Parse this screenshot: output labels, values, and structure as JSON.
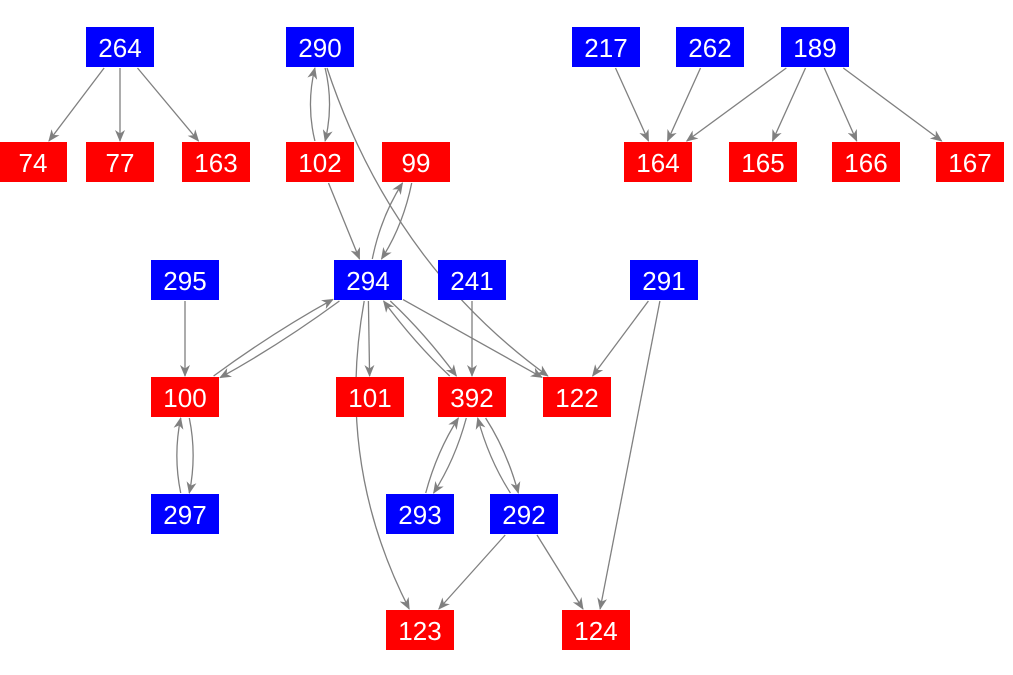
{
  "colors": {
    "source_node": "#0000ff",
    "target_node": "#ff0000",
    "edge": "#808080",
    "label": "#ffffff",
    "background": "#ffffff"
  },
  "nodes": [
    {
      "id": "264",
      "label": "264",
      "kind": "source"
    },
    {
      "id": "290",
      "label": "290",
      "kind": "source"
    },
    {
      "id": "217",
      "label": "217",
      "kind": "source"
    },
    {
      "id": "262",
      "label": "262",
      "kind": "source"
    },
    {
      "id": "189",
      "label": "189",
      "kind": "source"
    },
    {
      "id": "74",
      "label": "74",
      "kind": "target"
    },
    {
      "id": "77",
      "label": "77",
      "kind": "target"
    },
    {
      "id": "163",
      "label": "163",
      "kind": "target"
    },
    {
      "id": "102",
      "label": "102",
      "kind": "target"
    },
    {
      "id": "99",
      "label": "99",
      "kind": "target"
    },
    {
      "id": "164",
      "label": "164",
      "kind": "target"
    },
    {
      "id": "165",
      "label": "165",
      "kind": "target"
    },
    {
      "id": "166",
      "label": "166",
      "kind": "target"
    },
    {
      "id": "167",
      "label": "167",
      "kind": "target"
    },
    {
      "id": "295",
      "label": "295",
      "kind": "source"
    },
    {
      "id": "294",
      "label": "294",
      "kind": "source"
    },
    {
      "id": "241",
      "label": "241",
      "kind": "source"
    },
    {
      "id": "291",
      "label": "291",
      "kind": "source"
    },
    {
      "id": "100",
      "label": "100",
      "kind": "target"
    },
    {
      "id": "101",
      "label": "101",
      "kind": "target"
    },
    {
      "id": "392",
      "label": "392",
      "kind": "target"
    },
    {
      "id": "122",
      "label": "122",
      "kind": "target"
    },
    {
      "id": "297",
      "label": "297",
      "kind": "source"
    },
    {
      "id": "293",
      "label": "293",
      "kind": "source"
    },
    {
      "id": "292",
      "label": "292",
      "kind": "source"
    },
    {
      "id": "123",
      "label": "123",
      "kind": "target"
    },
    {
      "id": "124",
      "label": "124",
      "kind": "target"
    }
  ],
  "edges": [
    {
      "from": "264",
      "to": "74"
    },
    {
      "from": "264",
      "to": "77"
    },
    {
      "from": "264",
      "to": "163"
    },
    {
      "from": "290",
      "to": "102"
    },
    {
      "from": "102",
      "to": "290"
    },
    {
      "from": "290",
      "to": "122"
    },
    {
      "from": "217",
      "to": "164"
    },
    {
      "from": "262",
      "to": "164"
    },
    {
      "from": "189",
      "to": "164"
    },
    {
      "from": "189",
      "to": "165"
    },
    {
      "from": "189",
      "to": "166"
    },
    {
      "from": "189",
      "to": "167"
    },
    {
      "from": "102",
      "to": "294"
    },
    {
      "from": "99",
      "to": "294"
    },
    {
      "from": "294",
      "to": "99"
    },
    {
      "from": "295",
      "to": "100"
    },
    {
      "from": "294",
      "to": "100"
    },
    {
      "from": "100",
      "to": "294"
    },
    {
      "from": "294",
      "to": "101"
    },
    {
      "from": "294",
      "to": "392"
    },
    {
      "from": "392",
      "to": "294"
    },
    {
      "from": "294",
      "to": "122"
    },
    {
      "from": "294",
      "to": "123"
    },
    {
      "from": "241",
      "to": "392"
    },
    {
      "from": "291",
      "to": "122"
    },
    {
      "from": "291",
      "to": "124"
    },
    {
      "from": "100",
      "to": "297"
    },
    {
      "from": "297",
      "to": "100"
    },
    {
      "from": "392",
      "to": "293"
    },
    {
      "from": "293",
      "to": "392"
    },
    {
      "from": "392",
      "to": "292"
    },
    {
      "from": "292",
      "to": "392"
    },
    {
      "from": "292",
      "to": "123"
    },
    {
      "from": "292",
      "to": "124"
    }
  ]
}
